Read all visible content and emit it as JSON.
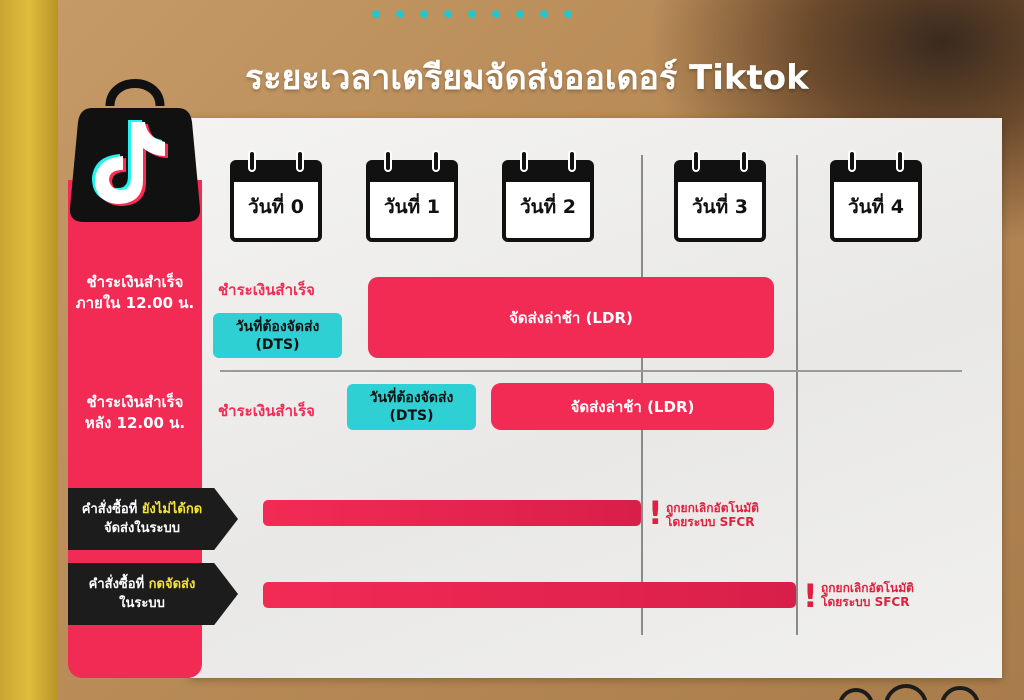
{
  "title": "ระยะเวลาเตรียมจัดส่งออเดอร์ Tiktok",
  "days": [
    "วันที่ 0",
    "วันที่ 1",
    "วันที่ 2",
    "วันที่ 3",
    "วันที่ 4"
  ],
  "rows": {
    "before_noon": {
      "label_line1": "ชำระเงินสำเร็จ",
      "label_line2": "ภายใน 12.00 น.",
      "paid": "ชำระเงินสำเร็จ",
      "dts_line1": "วันที่ต้องจัดส่ง",
      "dts_line2": "(DTS)",
      "ldr": "จัดส่งล่าช้า (LDR)"
    },
    "after_noon": {
      "label_line1": "ชำระเงินสำเร็จ",
      "label_line2": "หลัง 12.00 น.",
      "paid": "ชำระเงินสำเร็จ",
      "dts_line1": "วันที่ต้องจัดส่ง",
      "dts_line2": "(DTS)",
      "ldr": "จัดส่งล่าช้า (LDR)"
    },
    "not_shipped": {
      "label_prefix": "คำสั่งซื้อที่ ",
      "label_highlight": "ยังไม่ได้กด",
      "label_line2": "จัดส่งในระบบ",
      "cancel_line1": "ถูกยกเลิกอัตโนมัติ",
      "cancel_line2": "โดยระบบ SFCR"
    },
    "shipped": {
      "label_prefix": "คำสั่งซื้อที่ ",
      "label_highlight": "กดจัดส่ง",
      "label_line2": "ในระบบ",
      "cancel_line1": "ถูกยกเลิกอัตโนมัติ",
      "cancel_line2": "โดยระบบ SFCR"
    }
  },
  "icons": {
    "brand": "tiktok-shopping-bag-icon",
    "calendar": "calendar-icon",
    "warning": "exclamation-icon"
  },
  "colors": {
    "accent_red": "#f22b55",
    "teal": "#2ed0d4",
    "highlight_yellow": "#f7e23a",
    "dark": "#1c1c1c"
  }
}
